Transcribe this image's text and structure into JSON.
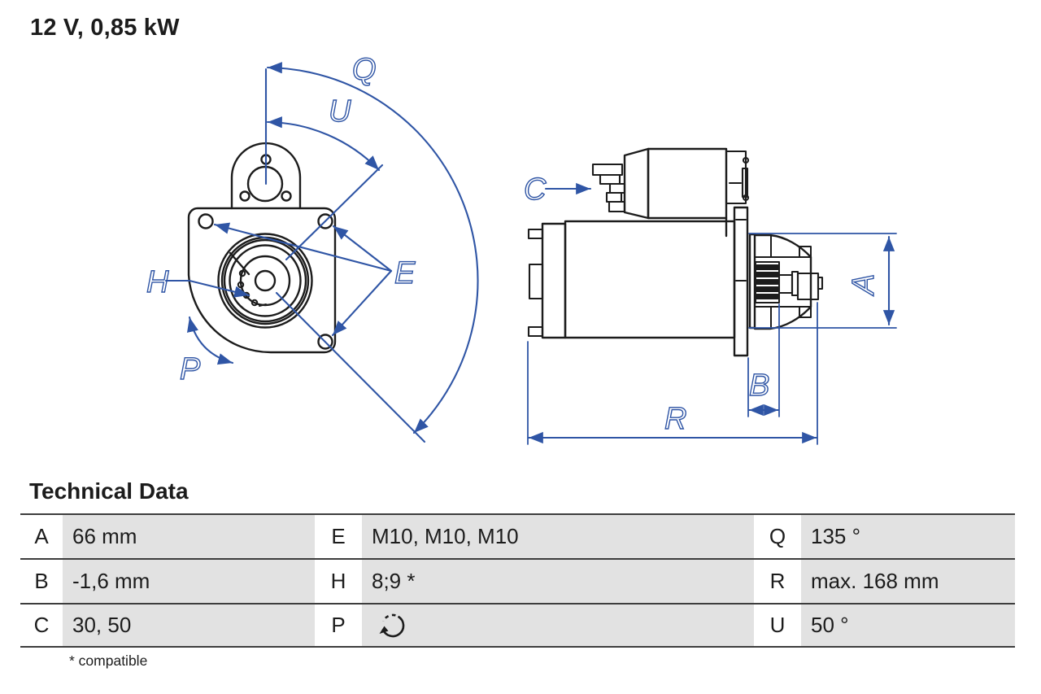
{
  "title": "12 V, 0,85 kW",
  "section_heading": "Technical Data",
  "footnote": "* compatible",
  "colors": {
    "annotation_blue": "#2f55a5",
    "drawing_black": "#1c1c1c",
    "table_cell_gray": "#e2e2e2"
  },
  "diagram": {
    "front_view_labels": {
      "Q": "Q",
      "U": "U",
      "E": "E",
      "H": "H",
      "P": "P"
    },
    "side_view_labels": {
      "C": "C",
      "A": "A",
      "B": "B",
      "R": "R"
    }
  },
  "table": {
    "rows": [
      {
        "cells": [
          {
            "key": "A",
            "value": "66 mm"
          },
          {
            "key": "E",
            "value": "M10, M10, M10"
          },
          {
            "key": "Q",
            "value": "135 °"
          }
        ]
      },
      {
        "cells": [
          {
            "key": "B",
            "value": "-1,6 mm"
          },
          {
            "key": "H",
            "value": "8;9 *"
          },
          {
            "key": "R",
            "value": "max. 168 mm"
          }
        ]
      },
      {
        "cells": [
          {
            "key": "C",
            "value": "30, 50"
          },
          {
            "key": "P",
            "value": "",
            "icon": "rotation-direction"
          },
          {
            "key": "U",
            "value": "50 °"
          }
        ]
      }
    ]
  }
}
